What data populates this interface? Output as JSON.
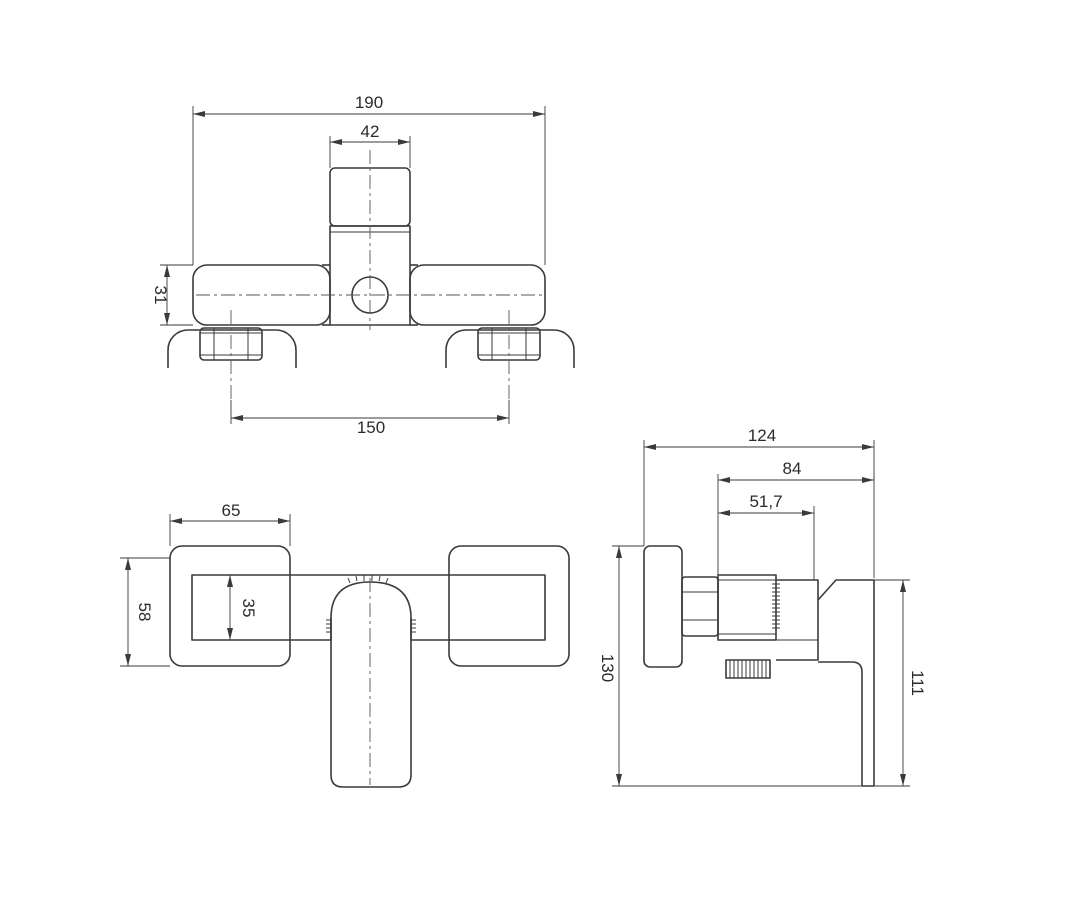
{
  "dimensions": {
    "top_width": "190",
    "top_handle": "42",
    "top_height": "31",
    "top_spacing": "150",
    "front_width": "65",
    "front_height": "58",
    "front_inner": "35",
    "side_depth": "124",
    "side_body": "84",
    "side_inner": "51,7",
    "side_height": "130",
    "side_spout": "111"
  }
}
